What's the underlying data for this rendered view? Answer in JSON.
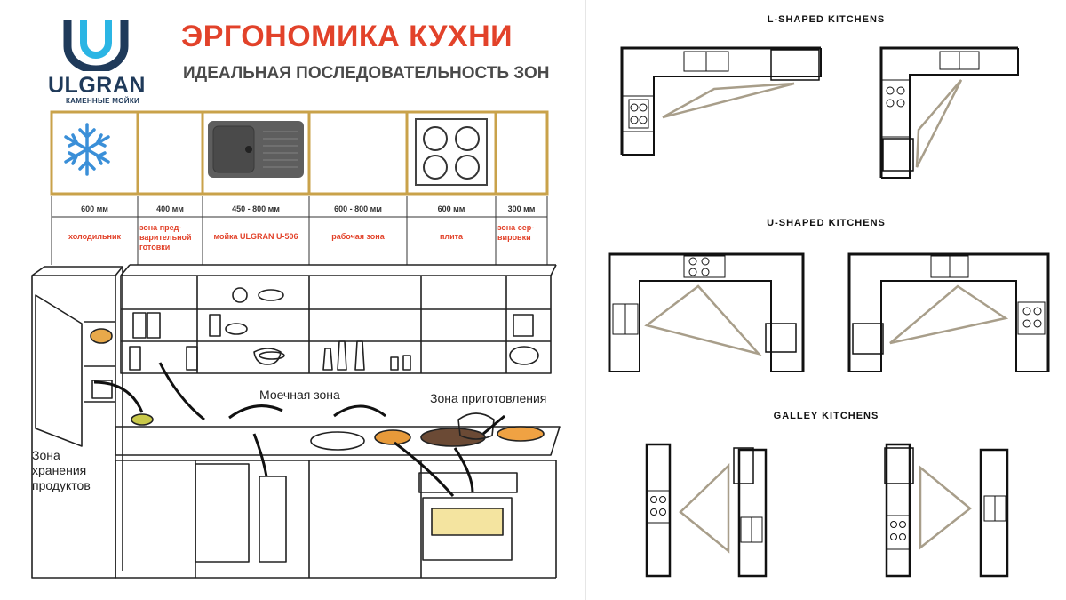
{
  "brand": {
    "name": "ULGRAN",
    "tagline": "КАМЕННЫЕ МОЙКИ",
    "colors": {
      "brand_navy": "#1f3a5a",
      "brand_accent": "#2bb5e4"
    }
  },
  "header": {
    "title": "ЭРГОНОМИКА КУХНИ",
    "subtitle": "ИДЕАЛЬНАЯ ПОСЛЕДОВАТЕЛЬНОСТЬ ЗОН"
  },
  "colors": {
    "title_red": "#e2422a",
    "zone_border": "#c9a24a",
    "triangle": "#a89e8a"
  },
  "zones": [
    {
      "width": "600 мм",
      "label": "холодильник",
      "icon": "snowflake-icon"
    },
    {
      "width": "400 мм",
      "label": "зона пред-\nварительной\nготовки",
      "icon": ""
    },
    {
      "width": "450 - 800  мм",
      "label": "мойка ULGRAN U-506",
      "icon": "sink-icon"
    },
    {
      "width": "600 - 800 мм",
      "label": "рабочая зона",
      "icon": ""
    },
    {
      "width": "600 мм",
      "label": "плита",
      "icon": "cooktop-icon"
    },
    {
      "width": "300 мм",
      "label": "зона сер-\nвировки",
      "icon": ""
    }
  ],
  "sketch": {
    "storage_zone": "Зона\nхранения\nпродуктов",
    "wash_zone": "Моечная зона",
    "cooking_zone": "Зона приготовления"
  },
  "layouts": [
    {
      "title": "L-SHAPED KITCHENS"
    },
    {
      "title": "U-SHAPED KITCHENS"
    },
    {
      "title": "GALLEY KITCHENS"
    }
  ]
}
